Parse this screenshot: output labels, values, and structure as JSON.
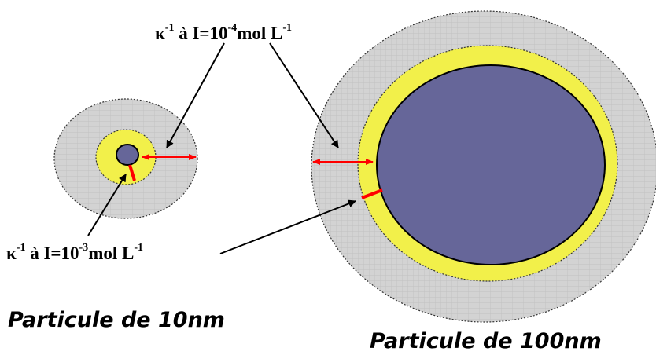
{
  "labels": {
    "top": {
      "prefix": "κ",
      "exp1": "-1",
      "mid": " à I=10",
      "exp2": "-4",
      "unit": "mol L",
      "exp3": "-1"
    },
    "bottom": {
      "prefix": "κ",
      "exp1": "-1",
      "mid": " à I=10",
      "exp2": "-3",
      "unit": "mol L",
      "exp3": "-1"
    }
  },
  "captions": {
    "small": "Particule de 10nm",
    "large": "Particule de 100nm"
  },
  "colors": {
    "outer_layer": "#d3d3d3",
    "outer_grid": "#bfbfbf",
    "diffuse_layer": "#f2f04a",
    "core": "#666699",
    "arrow": "#ff0000",
    "line": "#000000"
  }
}
